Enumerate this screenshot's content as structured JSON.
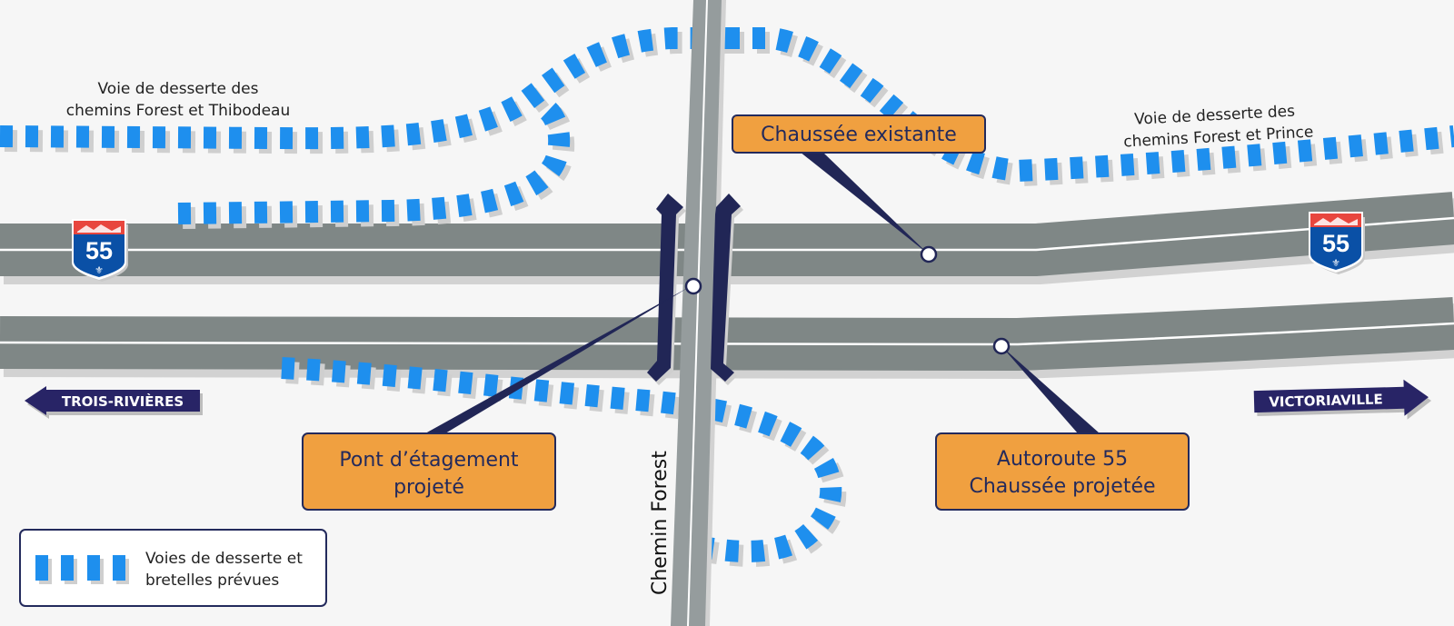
{
  "title": "Pont d'étagement — Autoroute 55 / Chemin Forest",
  "colors": {
    "background": "#f6f6f6",
    "highway": "#7f8786",
    "highway_shadow": "#d2d2d2",
    "road_marking": "#ffffff",
    "chemin_forest": "#959c9d",
    "service_road": "#1e8fee",
    "bridge": "#212656",
    "callout_fill": "#f0a040",
    "callout_border": "#232a5c",
    "shield_blue": "#0a50a6",
    "shield_red": "#e8463e",
    "direction_sign": "#282466"
  },
  "labels": {
    "service_road_west": [
      "Voie de desserte des",
      "chemins Forest et Thibodeau"
    ],
    "service_road_east": [
      "Voie de desserte des",
      "chemins Forest et Prince"
    ],
    "chemin_forest": "Chemin Forest"
  },
  "callouts": {
    "existing": [
      "Chaussée existante"
    ],
    "bridge": [
      "Pont d’étagement",
      "projeté"
    ],
    "projected": [
      "Autoroute 55",
      "Chaussée projetée"
    ]
  },
  "shields": {
    "route_number": "55",
    "icon": "fleur-de-lis-icon"
  },
  "directions": {
    "west": "TROIS-RIVIÈRES",
    "east": "VICTORIAVILLE"
  },
  "legend": {
    "lines": [
      "Voies de desserte et",
      "bretelles prévues"
    ],
    "icon": "dashed-blue-road-icon"
  }
}
